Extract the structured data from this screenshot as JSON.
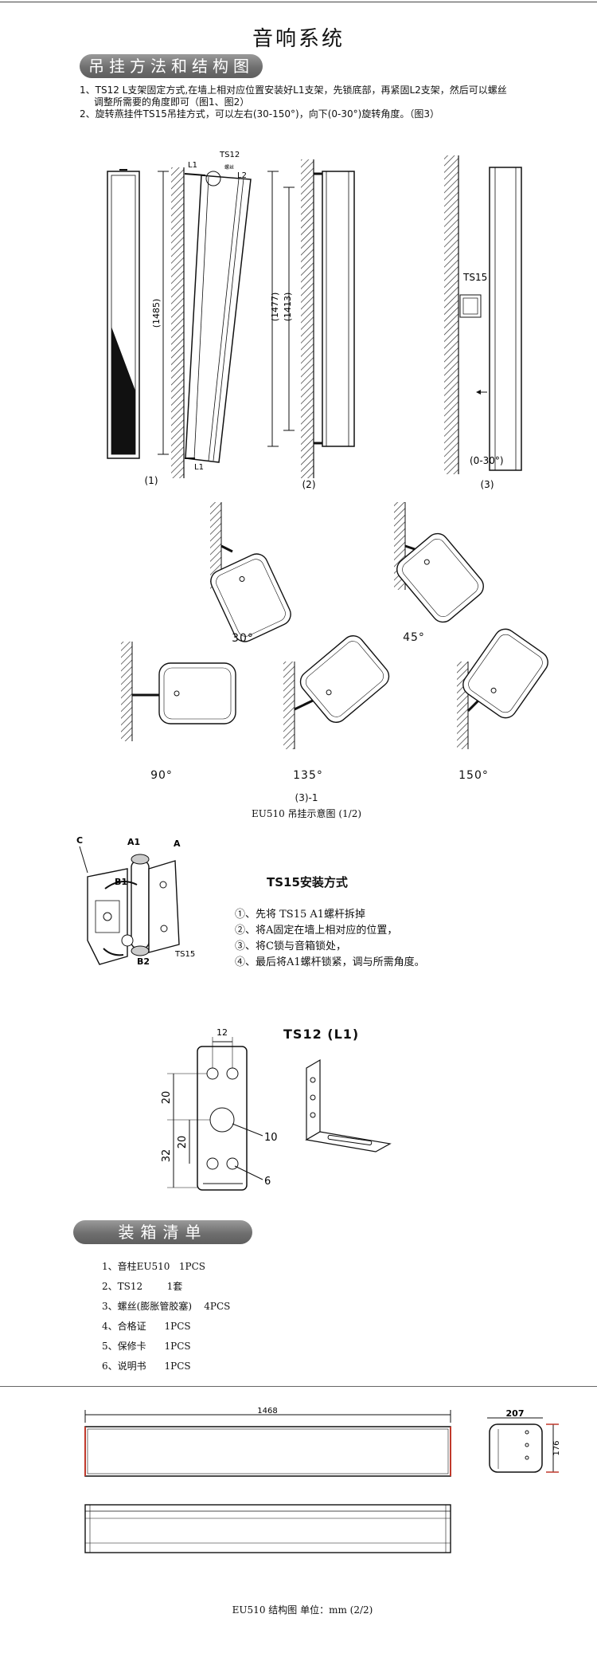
{
  "header": {
    "title": "音响系统"
  },
  "section_hanging": {
    "pill_label": "吊挂方法和结构图",
    "notes": [
      "1、TS12 L支架固定方式,在墙上相对应位置安装好L1支架，先锁底部，再紧固L2支架，然后可以螺丝",
      "调整所需要的角度即可（图1、图2）",
      "2、旋转燕挂件TS15吊挂方式，可以左右(30-150°)，向下(0-30°)旋转角度。（图3）"
    ]
  },
  "fig1": {
    "ts12": "TS12",
    "luosi": "螺丝",
    "l1_top": "L1",
    "l2": "L2",
    "l1_bottom": "L1",
    "dim_1485": "(1485)",
    "caption": "(1)"
  },
  "fig2": {
    "dim_1477": "(1477)",
    "dim_1413": "(1413)",
    "caption": "(2)"
  },
  "fig3": {
    "ts15": "TS15",
    "angle": "(0-30°)",
    "caption": "(3)"
  },
  "angles": {
    "a30": "30°",
    "a45": "45°",
    "a90": "90°",
    "a135": "135°",
    "a150": "150°",
    "sub_caption": "(3)-1",
    "caption": "EU510 吊挂示意图 (1/2)"
  },
  "ts15_install": {
    "title": "TS15安装方式",
    "labels": {
      "a1": "A1",
      "a": "A",
      "c": "C",
      "b1": "B1",
      "b2": "B2",
      "name": "TS15"
    },
    "steps": [
      "①、先将 TS15 A1螺杆拆掉",
      "②、将A固定在墙上相对应的位置，",
      "③、将C锁与音箱锁处，",
      "④、最后将A1螺杆锁紧，调与所需角度。"
    ]
  },
  "ts12_bracket": {
    "title": "TS12 (L1)",
    "dims": {
      "w12": "12",
      "h20a": "20",
      "h20b": "20",
      "h32": "32",
      "d10": "10",
      "d6": "6"
    }
  },
  "packing": {
    "pill_label": "装箱清单",
    "items": [
      "1、音柱EU510   1PCS",
      "2、TS12        1套",
      "3、螺丝(膨胀管胶塞)    4PCS",
      "4、合格证      1PCS",
      "5、保修卡      1PCS",
      "6、说明书      1PCS"
    ]
  },
  "structure": {
    "dim_length": "1468",
    "dim_width": "207",
    "dim_height": "176",
    "caption": "EU510 结构图 单位：mm (2/2)"
  }
}
